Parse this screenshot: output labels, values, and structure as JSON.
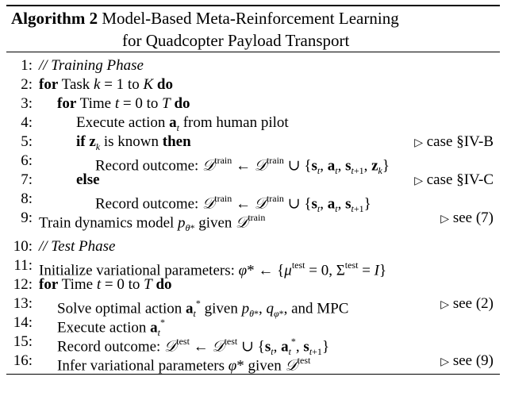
{
  "caption": {
    "label": "Algorithm 2",
    "title_line1": "Model-Based Meta-Reinforcement Learning",
    "title_line2": "for Quadcopter Payload Transport"
  },
  "lines": [
    {
      "num": "1:",
      "text": "// Training Phase"
    },
    {
      "num": "2:",
      "text": "for Task k = 1 to K do"
    },
    {
      "num": "3:",
      "text": "for Time t = 0 to T do"
    },
    {
      "num": "4:",
      "text": "Execute action a_t from human pilot"
    },
    {
      "num": "5:",
      "text": "if z_k is known then",
      "comment": "case §IV-B"
    },
    {
      "num": "6:",
      "text": "Record outcome: D^train ← D^train ∪ {s_t, a_t, s_{t+1}, z_k}"
    },
    {
      "num": "7:",
      "text": "else",
      "comment": "case §IV-C"
    },
    {
      "num": "8:",
      "text": "Record outcome: D^train ← D^train ∪ {s_t, a_t, s_{t+1}}"
    },
    {
      "num": "9:",
      "text": "Train dynamics model p_θ* given D^train",
      "comment": "see (7)"
    },
    {
      "num": "10:",
      "text": "// Test Phase"
    },
    {
      "num": "11:",
      "text": "Initialize variational parameters: φ* ← {μ^test = 0, Σ^test = I}"
    },
    {
      "num": "12:",
      "text": "for Time t = 0 to T do"
    },
    {
      "num": "13:",
      "text": "Solve optimal action a_t* given p_θ*, q_φ*, and MPC",
      "comment": "see (2)"
    },
    {
      "num": "14:",
      "text": "Execute action a_t*"
    },
    {
      "num": "15:",
      "text": "Record outcome: D^test ← D^test ∪ {s_t, a_t*, s_{t+1}}"
    },
    {
      "num": "16:",
      "text": "Infer variational parameters φ* given D^test",
      "comment": "see (9)"
    }
  ]
}
